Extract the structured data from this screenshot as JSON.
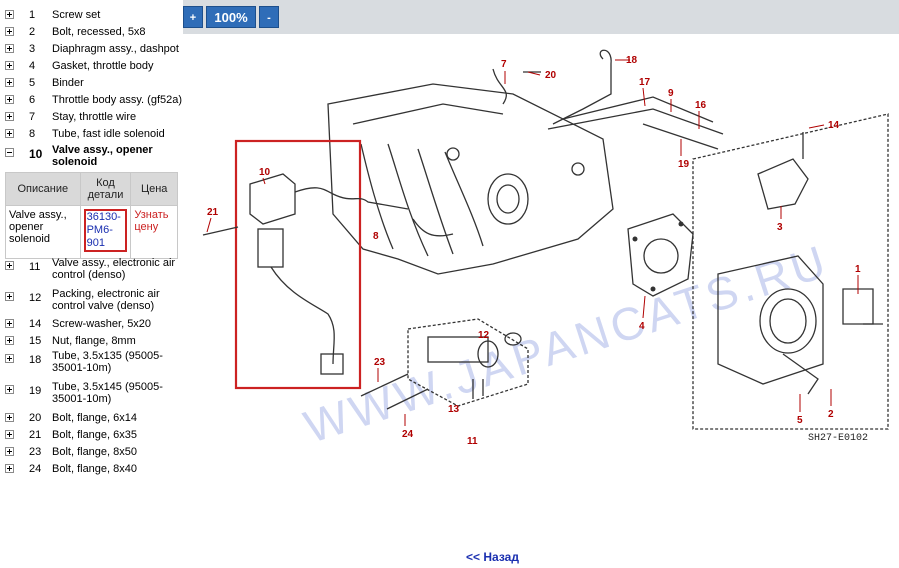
{
  "parts_list": [
    {
      "num": "1",
      "name": "Screw set"
    },
    {
      "num": "2",
      "name": "Bolt, recessed, 5x8"
    },
    {
      "num": "3",
      "name": "Diaphragm assy., dashpot"
    },
    {
      "num": "4",
      "name": "Gasket, throttle body"
    },
    {
      "num": "5",
      "name": "Binder"
    },
    {
      "num": "6",
      "name": "Throttle body assy. (gf52a)"
    },
    {
      "num": "7",
      "name": "Stay, throttle wire"
    },
    {
      "num": "8",
      "name": "Tube, fast idle solenoid"
    }
  ],
  "selected_part": {
    "num": "10",
    "name": "Valve assy., opener solenoid"
  },
  "detail_table": {
    "headers": [
      "Описание",
      "Код детали",
      "Цена"
    ],
    "row": {
      "description": "Valve assy., opener solenoid",
      "part_code": "36130-PM6-901",
      "price": "Узнать цену"
    }
  },
  "parts_list_2": [
    {
      "num": "11",
      "name": "Valve assy., electronic air control (denso)"
    },
    {
      "num": "12",
      "name": "Packing, electronic air control valve (denso)"
    },
    {
      "num": "14",
      "name": "Screw-washer, 5x20"
    },
    {
      "num": "15",
      "name": "Nut, flange, 8mm"
    },
    {
      "num": "18",
      "name": "Tube, 3.5x135 (95005-35001-10m)"
    },
    {
      "num": "19",
      "name": "Tube, 3.5x145 (95005-35001-10m)"
    },
    {
      "num": "20",
      "name": "Bolt, flange, 6x14"
    },
    {
      "num": "21",
      "name": "Bolt, flange, 6x35"
    },
    {
      "num": "23",
      "name": "Bolt, flange, 8x50"
    },
    {
      "num": "24",
      "name": "Bolt, flange, 8x40"
    }
  ],
  "toolbar": {
    "zoom_in": "+",
    "zoom_level": "100%",
    "zoom_out": "-"
  },
  "diagram": {
    "callouts": [
      "1",
      "2",
      "3",
      "4",
      "5",
      "7",
      "8",
      "9",
      "10",
      "11",
      "12",
      "13",
      "14",
      "16",
      "17",
      "18",
      "19",
      "20",
      "21",
      "23",
      "24"
    ],
    "code": "SH27-E0102",
    "watermark": "WWW.JAPANCATS.RU"
  },
  "nav": {
    "back": "<< Назад"
  },
  "colors": {
    "accent": "#2f6db8",
    "highlight": "#cc2222",
    "link": "#1a2fb0"
  }
}
